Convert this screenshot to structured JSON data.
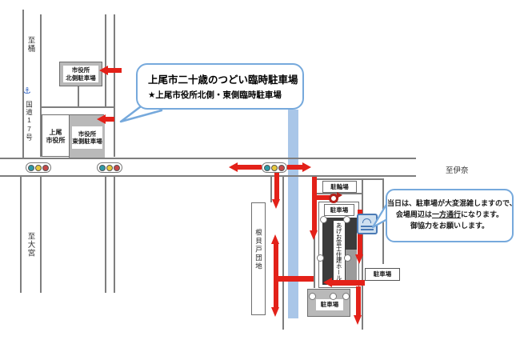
{
  "map": {
    "title_bubble": {
      "title": "上尾市二十歳のつどい臨時駐車場",
      "subtitle": "★上尾市役所北側・東側臨時駐車場"
    },
    "notice_bubble": {
      "line1": "当日は、駐車場が大変混雑しますので、",
      "line2_pre": "会場周辺は",
      "line2_underline": "一方通行",
      "line2_post": "になります。",
      "line3": "御協力をお願いします。"
    },
    "directions": {
      "north": "至桶",
      "south": "至大宮",
      "east": "至伊奈",
      "route17": "国道17号"
    },
    "places": {
      "north_lot_line1": "市役所",
      "north_lot_line2": "北側駐車場",
      "city_hall_line1": "上尾",
      "city_hall_line2": "市役所",
      "east_lot_line1": "市役所",
      "east_lot_line2": "東側駐車場",
      "danchi": "根貝戸団地",
      "bicycle_lot": "駐輪場",
      "hall_front_lot": "駐車場",
      "hall_name": "あげお富士住建ホール",
      "south_lot": "駐車場",
      "east_small_lot": "駐車場"
    },
    "icons": {
      "anchor": "⚓"
    },
    "colors": {
      "arrow_red": "#e32119",
      "lot_gray": "#b9b9b9",
      "building_dark": "#3b3b3b",
      "river_blue": "#a9c6e8",
      "bubble_border": "#76a9dc",
      "signal_green": "#2e9aa6",
      "signal_yellow": "#e6c83c",
      "signal_red": "#c54848",
      "gate_icon_blue": "#4a7ab5"
    }
  }
}
